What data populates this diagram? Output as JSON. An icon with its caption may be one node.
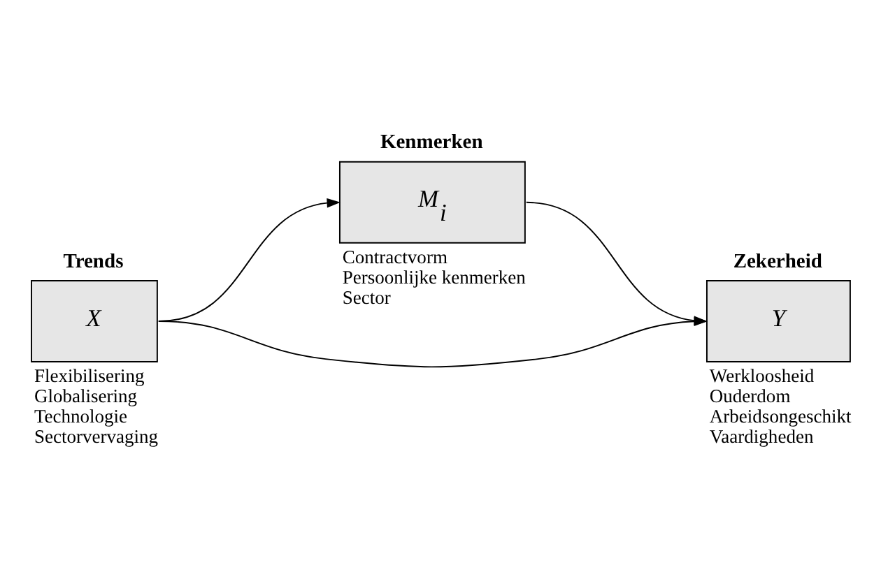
{
  "diagram": {
    "nodes": [
      {
        "text": [
          "Trends",
          "X"
        ],
        "beside": [
          "Flexibilisering",
          "Globalisering",
          "Technologie",
          "Sectorvervaging"
        ]
      },
      {
        "text": [
          "Kenmerken",
          "M$_{i}$"
        ],
        "beside": [
          "Contractvorm",
          "Persoonlijke kenmerken",
          "Sector"
        ]
      },
      {
        "text": [
          "Zekerheid",
          "Y"
        ],
        "beside": [
          "Werkloosheid",
          "Ouderdom",
          "Arbeidsongeschikt",
          "Vaardigheden"
        ]
      }
    ],
    "edges": [
      {
        "from": 0,
        "to": 1,
        "arrow": "to"
      },
      {
        "from": 1,
        "to": 2,
        "arrow": "to"
      },
      {
        "from": 0,
        "to": 2,
        "arrow": "to"
      }
    ]
  }
}
